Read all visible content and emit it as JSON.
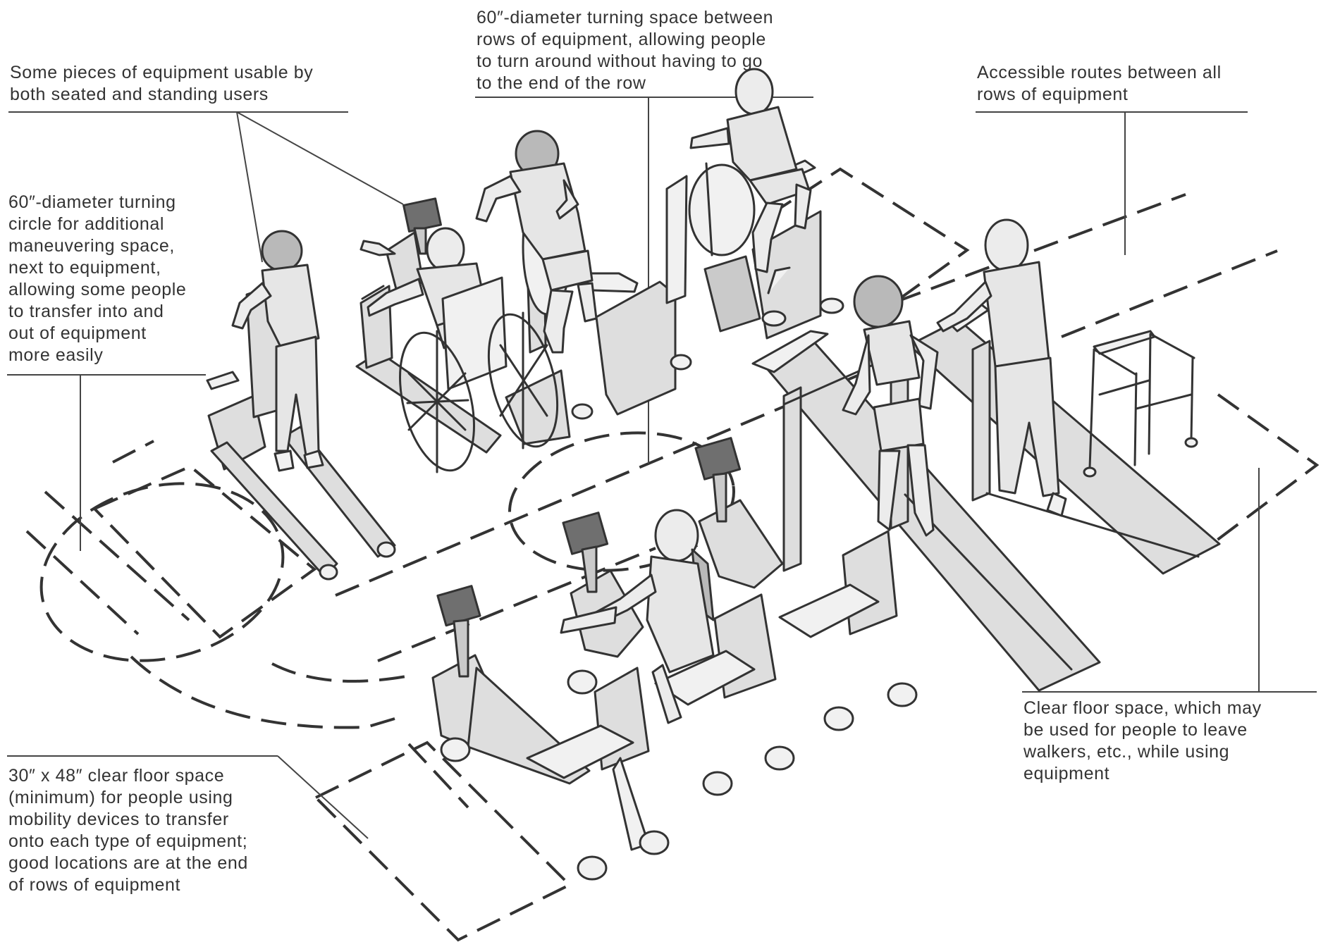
{
  "annotations": {
    "equipment_usable": [
      "Some pieces of equipment usable by",
      "both seated and standing users"
    ],
    "turning_space_rows": [
      "60″-diameter turning space between",
      "rows of equipment, allowing people",
      "to turn around without having to go",
      "to the end of the row"
    ],
    "accessible_routes": [
      "Accessible routes between all",
      "rows of equipment"
    ],
    "turning_circle": [
      "60″-diameter turning",
      "circle for additional",
      "maneuvering space,",
      "next to equipment,",
      "allowing some people",
      "to transfer into and",
      "out of equipment",
      "more easily"
    ],
    "clear_floor_walkers": [
      "Clear floor space, which may",
      "be used for people to leave",
      "walkers, etc., while using",
      "equipment"
    ],
    "clear_floor_transfer": [
      "30″ x 48″ clear floor space",
      "(minimum) for people using",
      "mobility devices to transfer",
      "onto each type of equipment;",
      "good locations are at the end",
      "of rows of equipment"
    ]
  },
  "colors": {
    "line": "#333333",
    "machine_fill": "#dedede",
    "screen_fill": "#6f6f6f",
    "background": "#ffffff"
  }
}
